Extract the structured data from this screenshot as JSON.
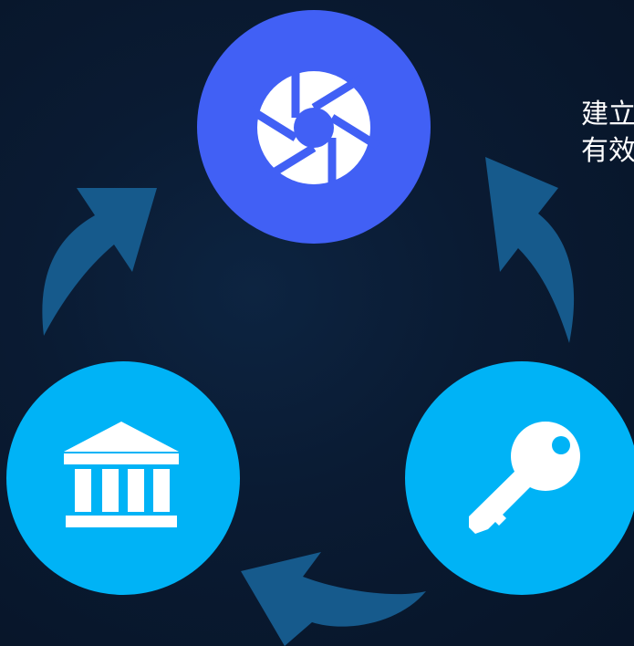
{
  "diagram": {
    "side_text": {
      "line1": "建立",
      "line2": "有效"
    },
    "nodes": [
      {
        "name": "aperture-node",
        "icon": "aperture-icon",
        "color": "#4160f5"
      },
      {
        "name": "bank-node",
        "icon": "bank-icon",
        "color": "#00b3f6"
      },
      {
        "name": "key-node",
        "icon": "key-icon",
        "color": "#00b3f6"
      }
    ],
    "arrows": [
      {
        "from": "bank-node",
        "to": "aperture-node",
        "color": "#165a8c"
      },
      {
        "from": "key-node",
        "to": "aperture-node",
        "color": "#165a8c"
      },
      {
        "from": "key-node",
        "to": "bank-node",
        "color": "#165a8c"
      }
    ]
  }
}
